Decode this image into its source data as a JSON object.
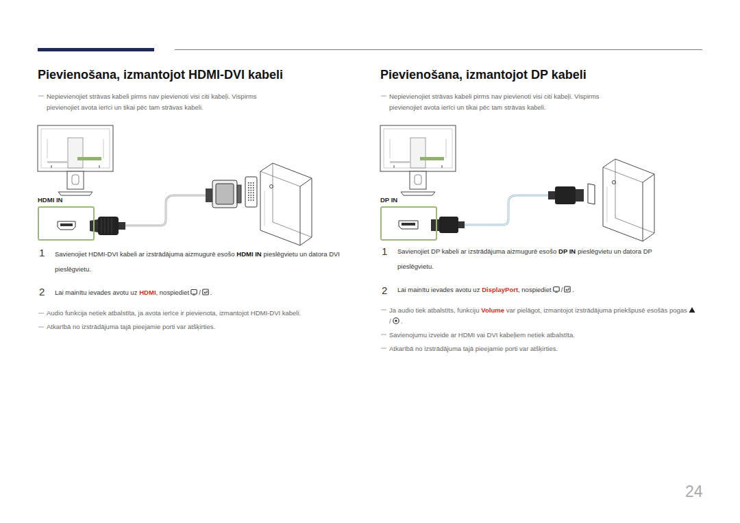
{
  "diagram": {
    "nodes": [
      {
        "text": [
          "HDMI IN"
        ]
      },
      {
        "text": [
          "DP IN"
        ]
      }
    ],
    "labels": [
      "Pievienošana, izmantojot HDMI-DVI kabeli",
      "Nepievienojiet strāvas kabeli pirms nav pievienoti visi citi kabeļi. Vispirms pievienojiet avota ierīci un tikai pēc tam strāvas kabeli.",
      "1",
      "Savienojiet HDMI-DVI kabeli ar izstrādājuma aizmugurē esošo",
      "HDMI IN",
      "pieslēgvietu un datora DVI pieslēgvietu.",
      "2",
      "Lai mainītu ievades avotu uz",
      "HDMI",
      ", nospiediet",
      "/",
      ".",
      "Audio funkcija netiek atbalstīta, ja avota ierīce ir pievienota, izmantojot HDMI-DVI kabeli.",
      "Atkarībā no izstrādājuma tajā pieejamie porti var atšķirties.",
      "Pievienošana, izmantojot DP kabeli",
      "Nepievienojiet strāvas kabeli pirms nav pievienoti visi citi kabeļi. Vispirms pievienojiet avota ierīci un tikai pēc tam strāvas kabeli.",
      "1",
      "Savienojiet DP kabeli ar izstrādājuma aizmugurē esošo",
      "DP IN",
      "pieslēgvietu un datora DP pieslēgvietu.",
      "2",
      "Lai mainītu ievades avotu uz",
      "DisplayPort",
      ", nospiediet",
      "/",
      ".",
      "Ja audio tiek atbalstīts, funkciju",
      "Volume",
      "var pielāgot, izmantojot izstrādājuma priekšpusē esošās pogas",
      "/",
      ".",
      "Savienojumu izveide ar HDMI vai DVI kabeļiem netiek atbalstīta.",
      "Atkarībā no izstrādājuma tajā pieejamie porti var atšķirties.",
      "24"
    ]
  }
}
